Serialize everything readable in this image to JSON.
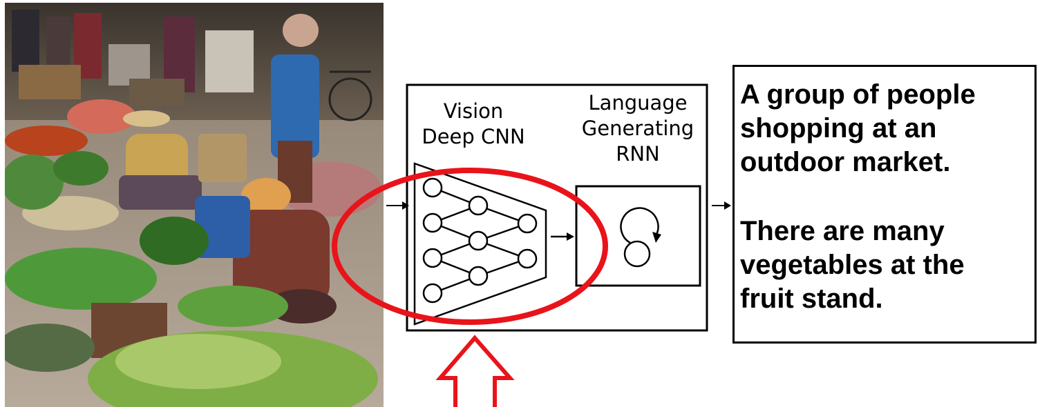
{
  "image": {
    "description_icon": "photo-market-icon"
  },
  "model": {
    "vision_line1": "Vision",
    "vision_line2": "Deep CNN",
    "language_line1": "Language",
    "language_line2": "Generating",
    "language_line3": "RNN"
  },
  "captions": {
    "first": [
      "A group of people",
      "shopping at an",
      "outdoor market."
    ],
    "second": [
      "There are many",
      "vegetables at the",
      "fruit stand."
    ]
  },
  "colors": {
    "highlight": "#e8141a",
    "stroke": "#000000"
  }
}
